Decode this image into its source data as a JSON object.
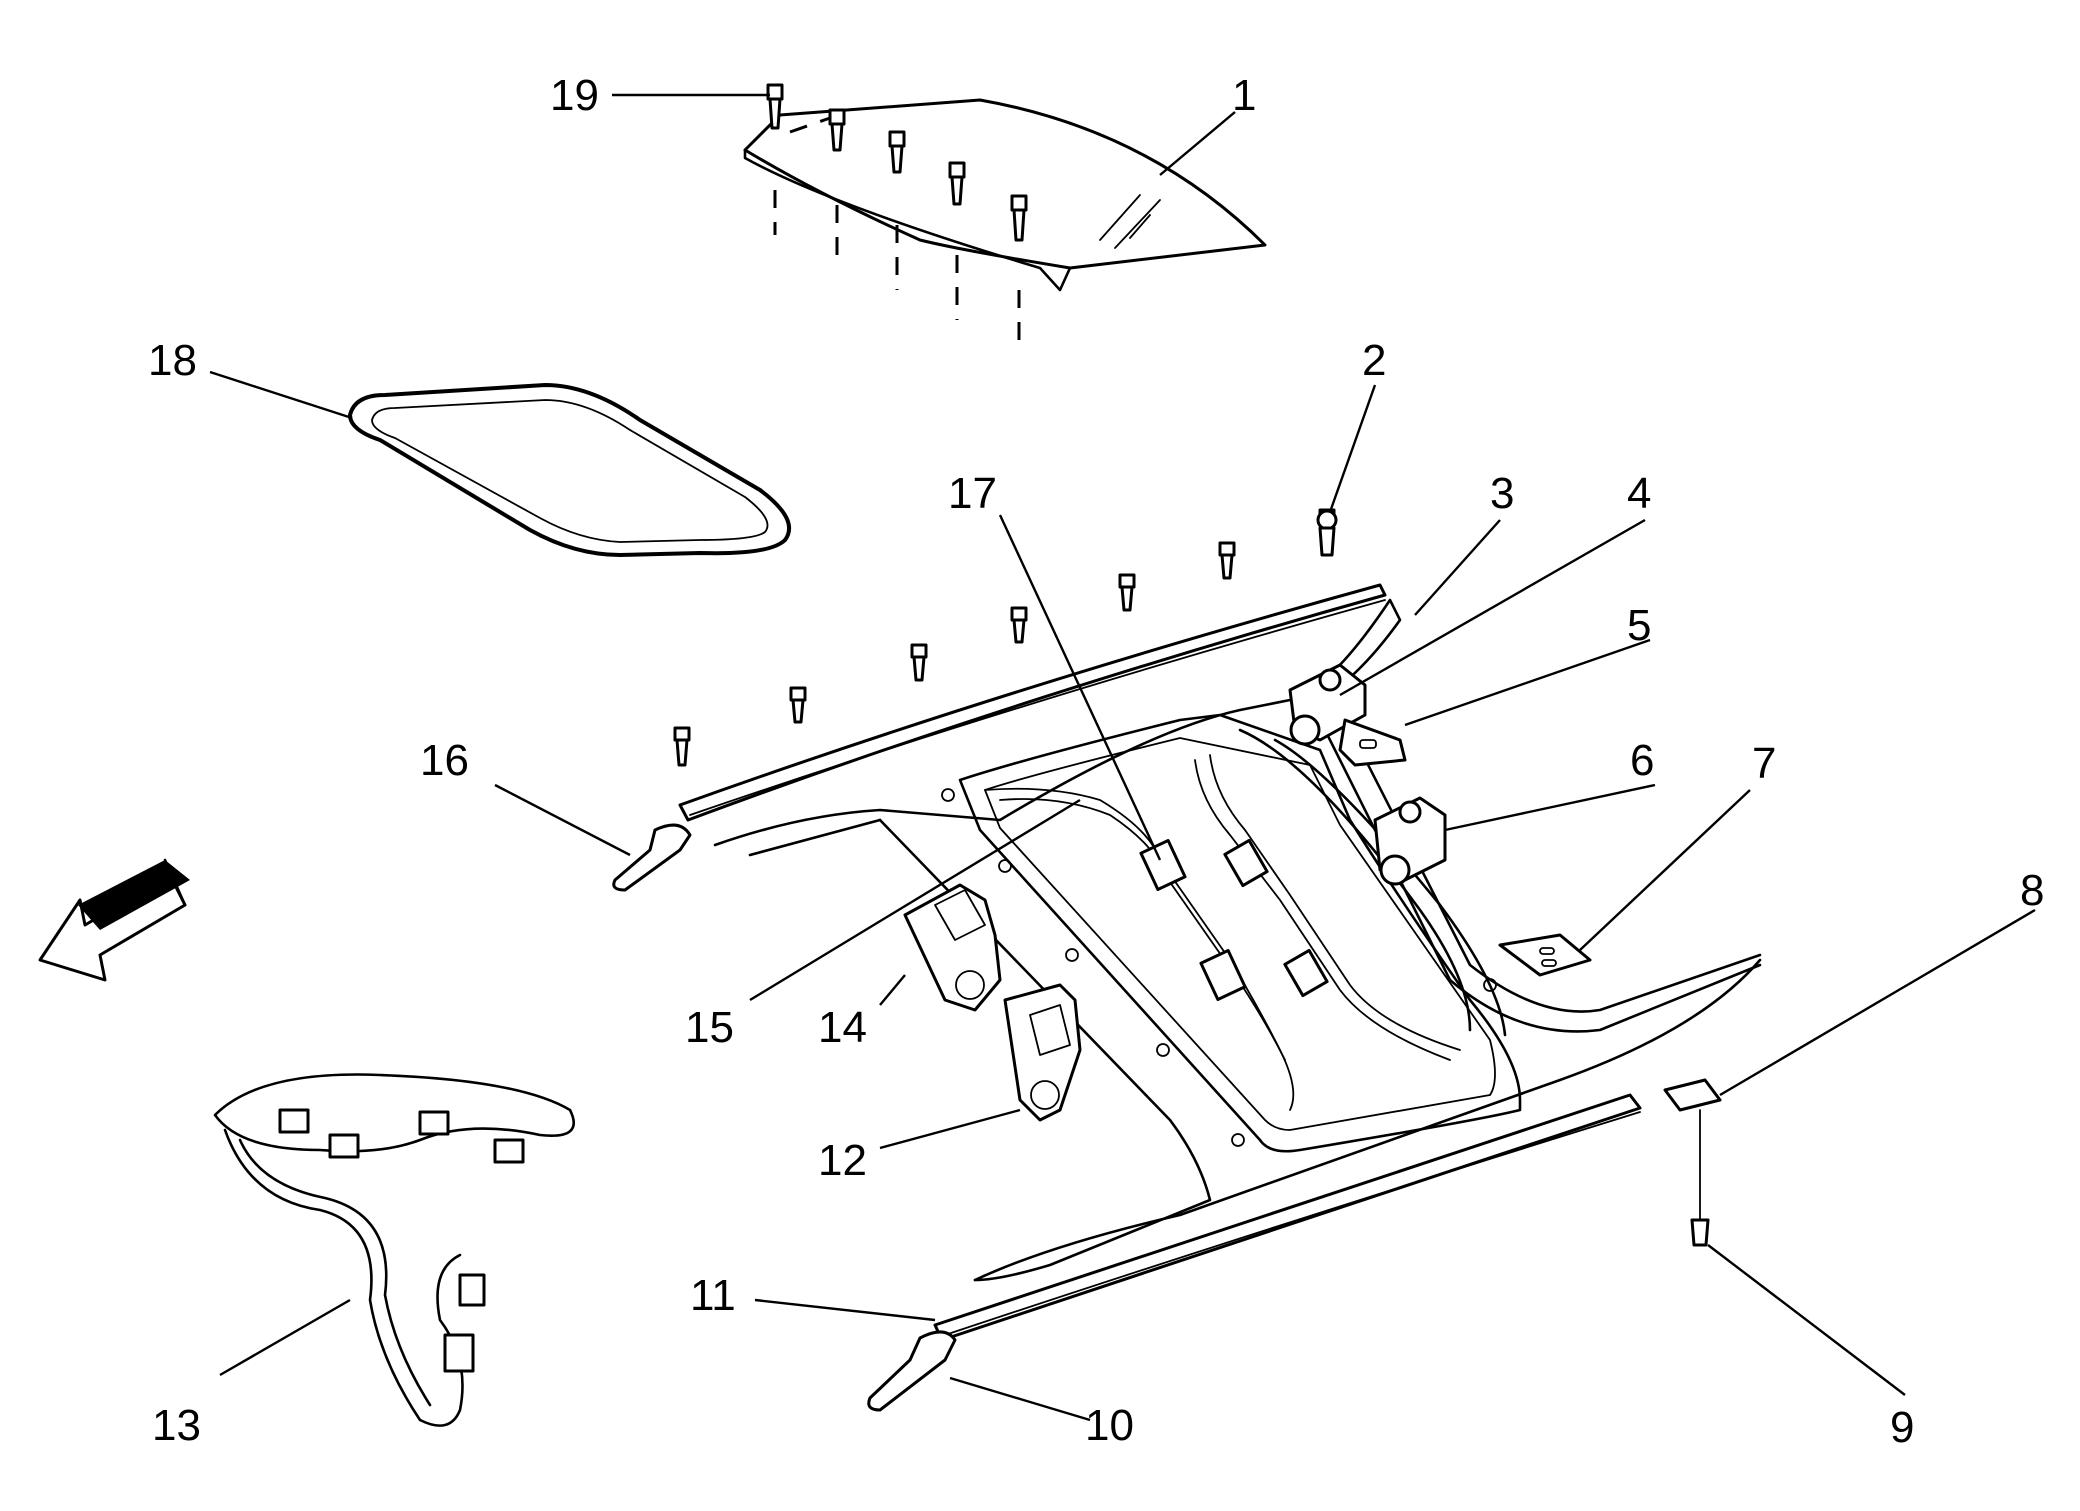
{
  "figure": {
    "description_color": "#000000",
    "background": "#ffffff"
  },
  "callouts": [
    {
      "id": "c1",
      "label": "1"
    },
    {
      "id": "c2",
      "label": "2"
    },
    {
      "id": "c3",
      "label": "3"
    },
    {
      "id": "c4",
      "label": "4"
    },
    {
      "id": "c5",
      "label": "5"
    },
    {
      "id": "c6",
      "label": "6"
    },
    {
      "id": "c7",
      "label": "7"
    },
    {
      "id": "c8",
      "label": "8"
    },
    {
      "id": "c9",
      "label": "9"
    },
    {
      "id": "c10",
      "label": "10"
    },
    {
      "id": "c11",
      "label": "11"
    },
    {
      "id": "c12",
      "label": "12"
    },
    {
      "id": "c13",
      "label": "13"
    },
    {
      "id": "c14",
      "label": "14"
    },
    {
      "id": "c15",
      "label": "15"
    },
    {
      "id": "c16",
      "label": "16"
    },
    {
      "id": "c17",
      "label": "17"
    },
    {
      "id": "c18",
      "label": "18"
    },
    {
      "id": "c19",
      "label": "19"
    }
  ],
  "icons": {
    "direction_arrow": "front-direction-arrow-icon"
  }
}
